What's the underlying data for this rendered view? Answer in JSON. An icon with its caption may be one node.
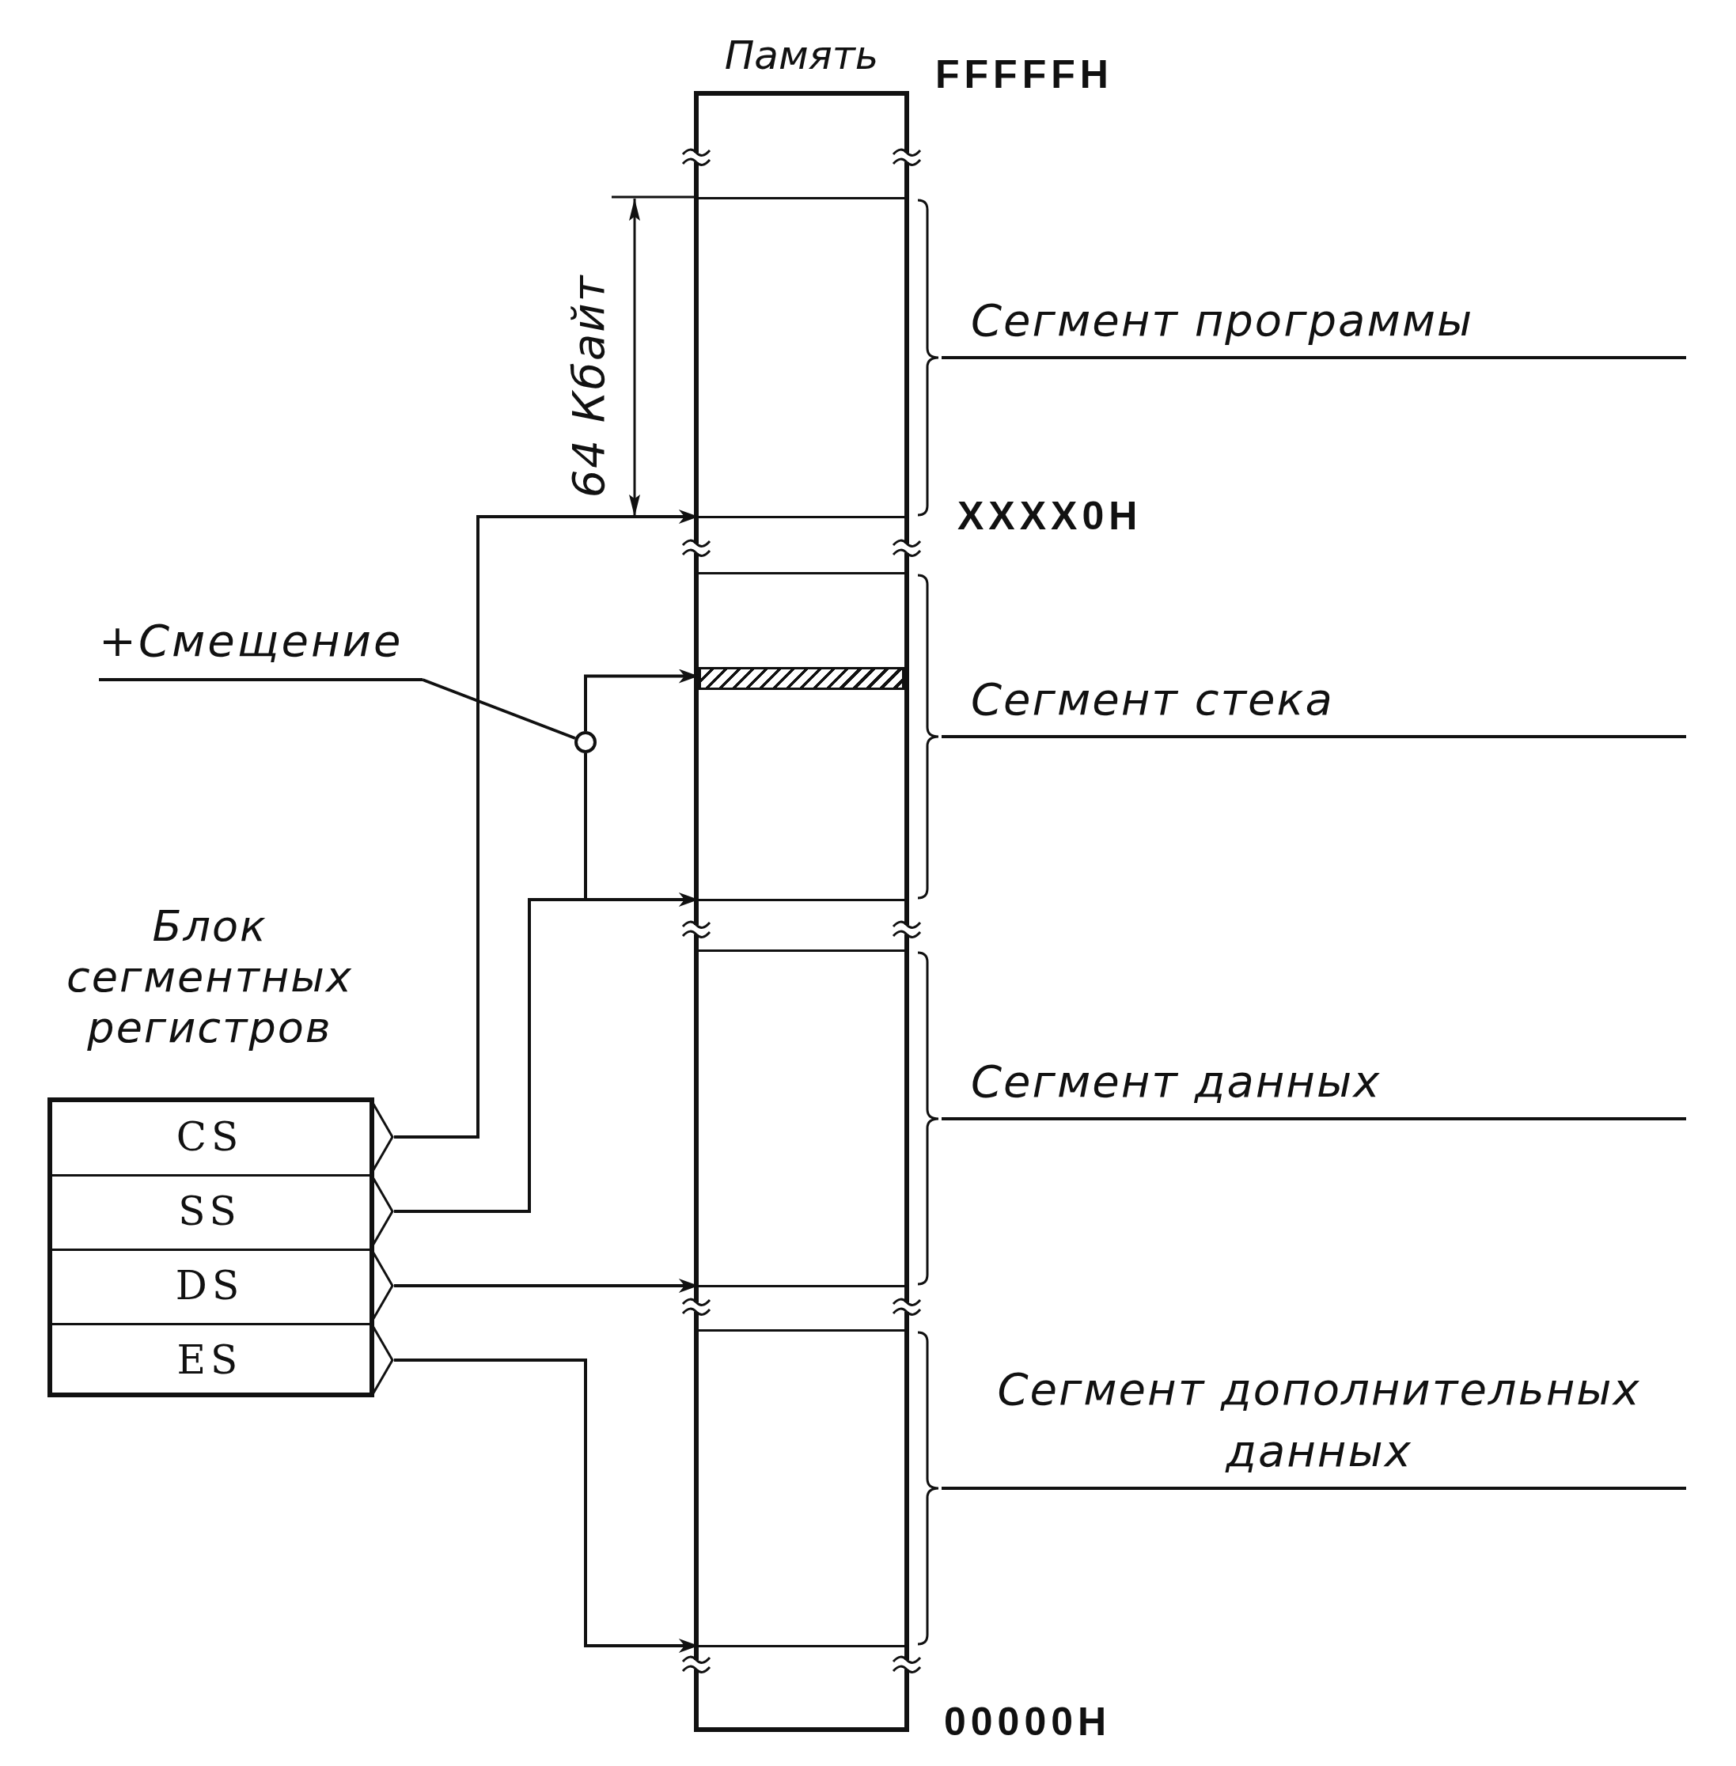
{
  "diagram": {
    "nodes": [
      {
        "text": [
          "Память"
        ]
      },
      {
        "text": [],
        "shape": "box",
        "in": 0,
        "beside": [
          "Сегмент программы"
        ]
      },
      {
        "text": [],
        "shape": "box",
        "in": 0,
        "beside": [
          "Сегмент стека"
        ]
      },
      {
        "text": [],
        "shape": "bar",
        "in": 2
      },
      {
        "text": [],
        "shape": "box",
        "in": 0,
        "beside": [
          "Сегмент данных"
        ]
      },
      {
        "text": [],
        "shape": "box",
        "in": 0,
        "beside": [
          "Сегмент дополнительных данных"
        ]
      },
      {
        "text": [
          "+Смещение"
        ]
      },
      {
        "text": [],
        "shape": "circle"
      },
      {
        "text": [
          "Блок сегментных регистров"
        ]
      },
      {
        "text": [
          "CS"
        ],
        "in": 8
      },
      {
        "text": [
          "SS"
        ],
        "in": 8
      },
      {
        "text": [
          "DS"
        ],
        "in": 8
      },
      {
        "text": [
          "ES"
        ],
        "in": 8
      }
    ],
    "edges": [
      {
        "from": 9,
        "to": 1,
        "arrow": "to"
      },
      {
        "from": 10,
        "to": 2,
        "arrow": "to"
      },
      {
        "from": 10,
        "to": 7,
        "arrow": "none"
      },
      {
        "from": 6,
        "to": 7,
        "arrow": "none"
      },
      {
        "from": 7,
        "to": 3,
        "arrow": "to"
      },
      {
        "from": 11,
        "to": 4,
        "arrow": "to"
      },
      {
        "from": 12,
        "to": 5,
        "arrow": "to"
      }
    ],
    "labels": [
      "FFFFFH",
      "64 Кбайт",
      "XXXX0H",
      "00000H"
    ]
  }
}
